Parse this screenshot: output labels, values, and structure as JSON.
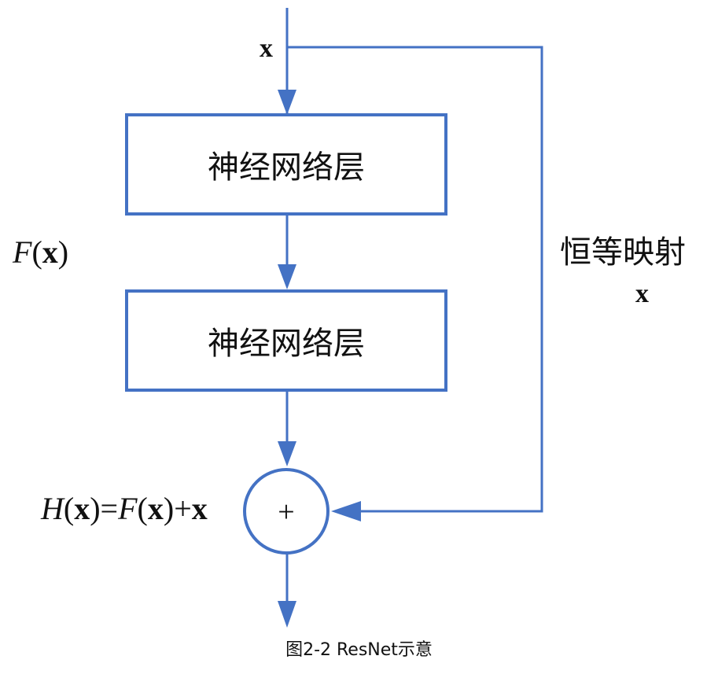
{
  "colors": {
    "line": "#4472C4",
    "text": "#111111"
  },
  "input": {
    "label": "x"
  },
  "layer1": {
    "label": "神经网络层"
  },
  "layer2": {
    "label": "神经网络层"
  },
  "residual_function": {
    "func": "F",
    "arg": "x"
  },
  "identity_mapping": {
    "label": "恒等映射",
    "var": "x"
  },
  "output_equation": {
    "lhs_func": "H",
    "lhs_arg": "x",
    "equals": "=",
    "rhs_func": "F",
    "rhs_arg": "x",
    "plus": "+",
    "rhs_var": "x"
  },
  "add_node": {
    "symbol": "+"
  },
  "caption": "图2-2 ResNet示意"
}
